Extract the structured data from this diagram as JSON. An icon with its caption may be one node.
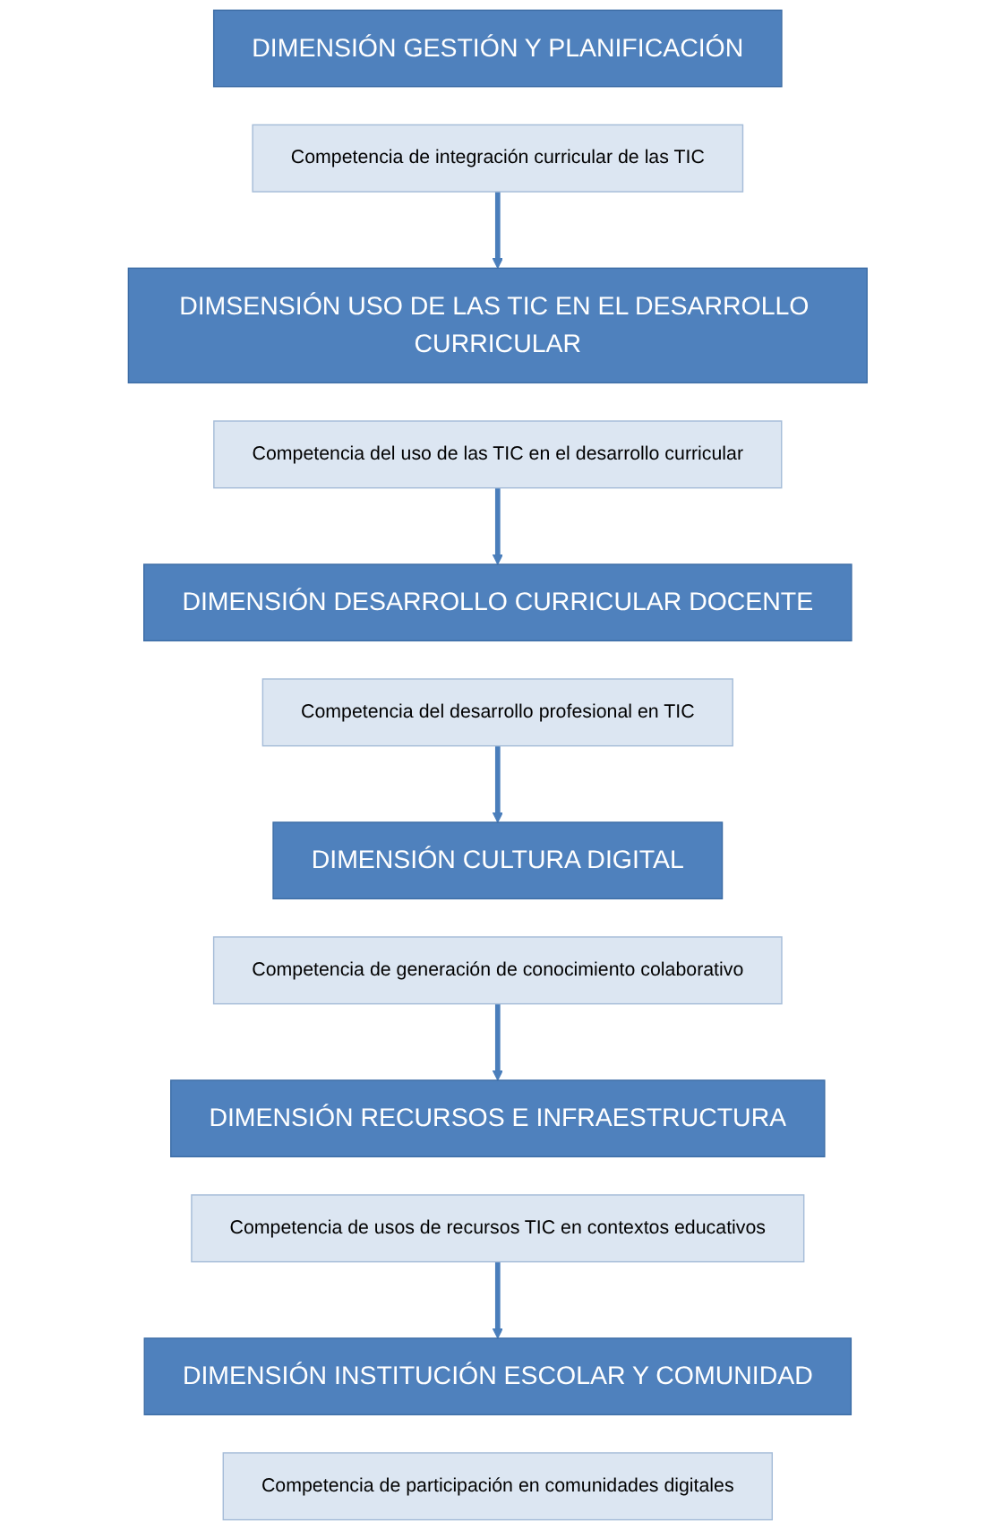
{
  "diagram": {
    "nodes": [
      {
        "text": [
          "DIMENSIÓN GESTIÓN Y PLANIFICACIÓN"
        ]
      },
      {
        "text": [
          "Competencia de integración curricular de las TIC"
        ]
      },
      {
        "text": [
          "DIMSENSIÓN USO DE LAS TIC EN EL DESARROLLO CURRICULAR"
        ]
      },
      {
        "text": [
          "Competencia del uso de las TIC en el desarrollo curricular"
        ]
      },
      {
        "text": [
          "DIMENSIÓN DESARROLLO CURRICULAR DOCENTE"
        ]
      },
      {
        "text": [
          "Competencia del desarrollo profesional en TIC"
        ]
      },
      {
        "text": [
          "DIMENSIÓN CULTURA DIGITAL"
        ]
      },
      {
        "text": [
          "Competencia de generación de conocimiento colaborativo"
        ]
      },
      {
        "text": [
          "DIMENSIÓN RECURSOS E INFRAESTRUCTURA"
        ]
      },
      {
        "text": [
          "Competencia de usos de recursos TIC en contextos educativos"
        ]
      },
      {
        "text": [
          "DIMENSIÓN INSTITUCIÓN ESCOLAR Y COMUNIDAD"
        ]
      },
      {
        "text": [
          "Competencia de participación en comunidades digitales"
        ]
      }
    ],
    "edges": [
      {
        "from": 1,
        "to": 2,
        "arrow": "to"
      },
      {
        "from": 3,
        "to": 4,
        "arrow": "to"
      },
      {
        "from": 5,
        "to": 6,
        "arrow": "to"
      },
      {
        "from": 7,
        "to": 8,
        "arrow": "to"
      },
      {
        "from": 9,
        "to": 10,
        "arrow": "to"
      }
    ]
  }
}
